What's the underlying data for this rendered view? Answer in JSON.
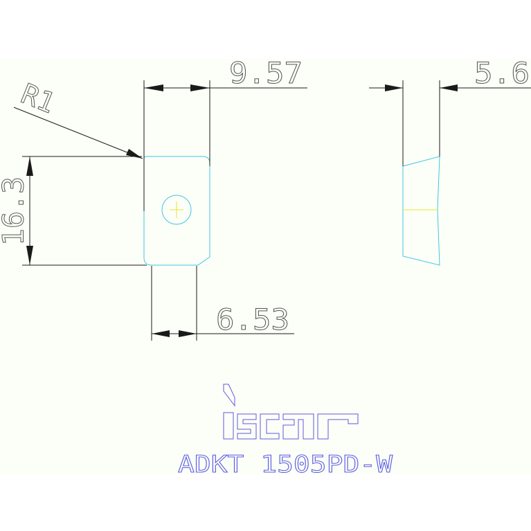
{
  "drawing": {
    "background": "#fcfff7",
    "colors": {
      "dimension": "#1a1a1a",
      "outline": "#3ec6e6",
      "centermark": "#e6e62e",
      "logo": "#5a5ae6"
    },
    "dimensions": {
      "top_width": "9.57",
      "radius": "R1",
      "height": "16.3",
      "bottom_width": "6.53",
      "thickness": "5.6"
    },
    "logo": {
      "brand": "iscar",
      "part_number": "ADKT 1505PD-W"
    }
  }
}
